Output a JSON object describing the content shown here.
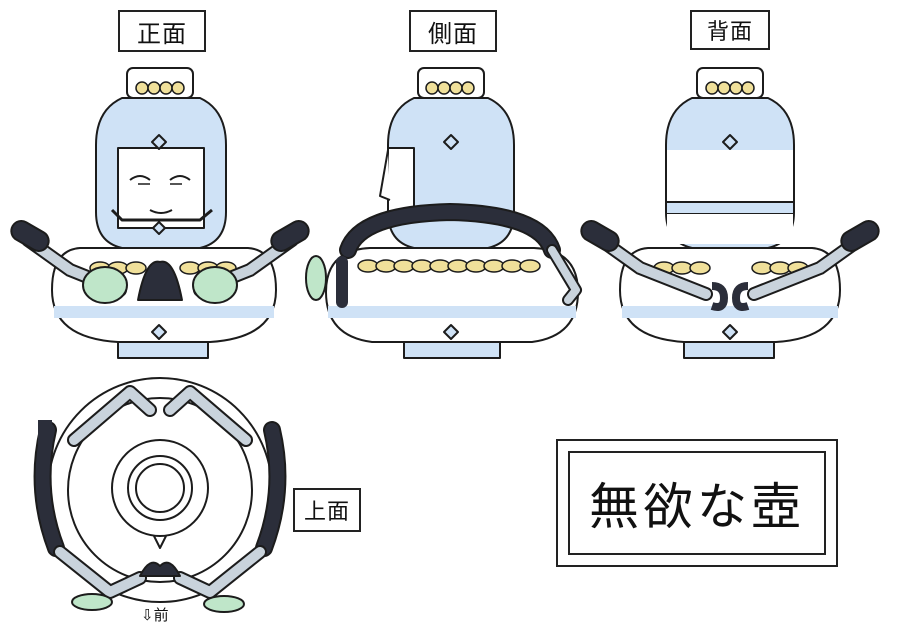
{
  "views": {
    "front_label": "正面",
    "side_label": "側面",
    "back_label": "背面",
    "top_label": "上面"
  },
  "title": "無欲な壺",
  "front_marker": "⇩前",
  "colors": {
    "body_blue": "#cfe2f6",
    "band_blue": "#bcd6f0",
    "gold": "#f0e09a",
    "grip_dark": "#2b2e3a",
    "arm_gray": "#c9d3dc",
    "hand_green": "#bfe6c9",
    "outline": "#1c1c1c"
  }
}
